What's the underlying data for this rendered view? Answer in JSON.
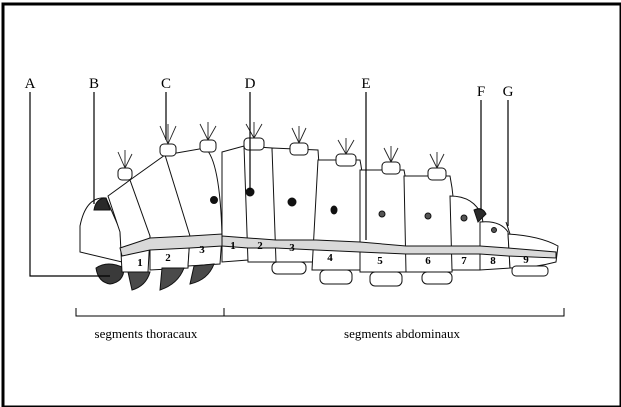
{
  "labels": {
    "a": "A",
    "b": "B",
    "c": "C",
    "d": "D",
    "e": "E",
    "f": "F",
    "g": "G"
  },
  "segment_numbers": {
    "thoracic": [
      "1",
      "2",
      "3"
    ],
    "abdominal": [
      "1",
      "2",
      "3",
      "4",
      "5",
      "6",
      "7",
      "8",
      "9"
    ]
  },
  "groups": {
    "thoracic": "segments thoracaux",
    "abdominal": "segments abdominaux"
  },
  "colors": {
    "outline": "#000000",
    "band": "#d9d9d9",
    "dark": "#2a2a2a"
  }
}
